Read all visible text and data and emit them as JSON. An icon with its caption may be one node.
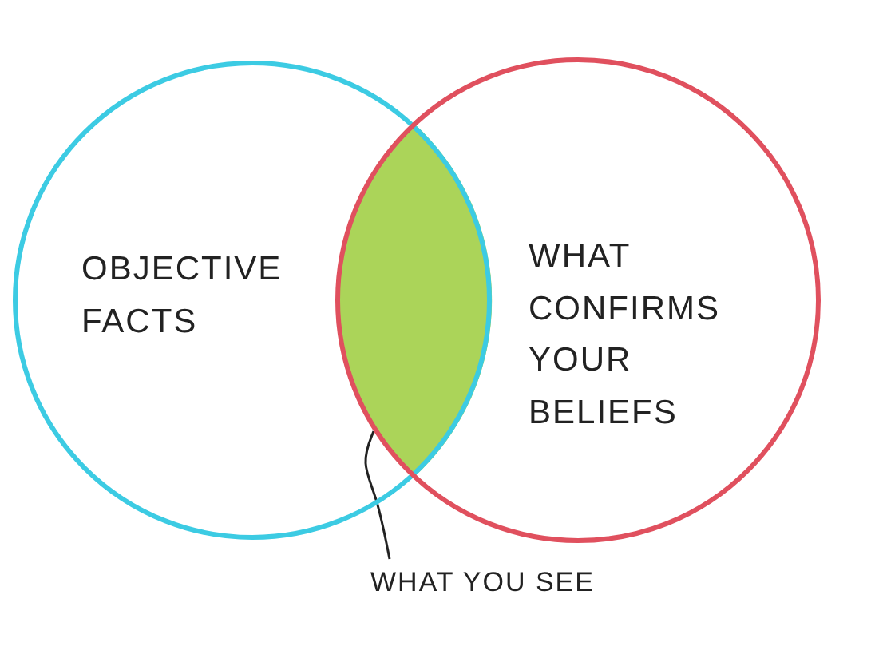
{
  "diagram": {
    "nodes": [
      {
        "text": [
          "OBJECTIVE FACTS"
        ]
      },
      {
        "text": [
          "WHAT CONFIRMS YOUR BELIEFS"
        ]
      },
      {
        "text": [
          "WHAT YOU SEE"
        ]
      },
      {
        "text": [],
        "shape": "lens"
      }
    ],
    "edges": [
      {
        "from": 2,
        "to": 3,
        "arrow": "none"
      }
    ]
  }
}
